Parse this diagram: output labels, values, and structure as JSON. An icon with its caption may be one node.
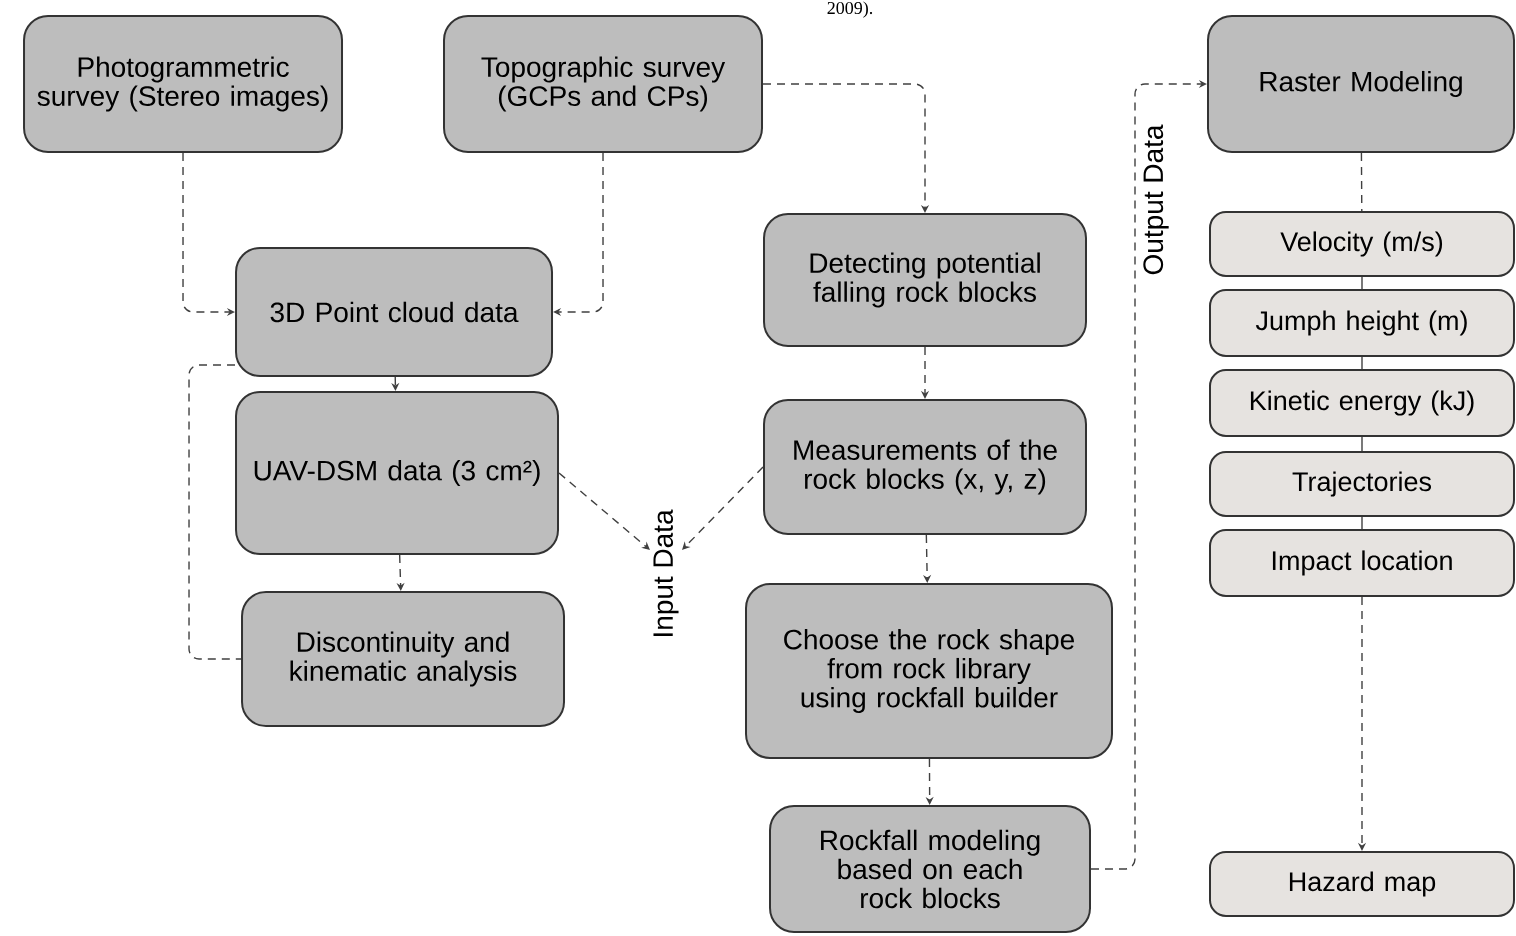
{
  "diagram": {
    "nodes": [
      {
        "text": [
          "Photogrammetric survey (Stereo images)"
        ]
      },
      {
        "text": [
          "Topographic survey (GCPs and CPs)"
        ]
      },
      {
        "text": [
          "3D Point cloud data"
        ]
      },
      {
        "text": [
          "UAV-DSM data (3 cm²)"
        ]
      },
      {
        "text": [
          "Discontinuity and kinematic analysis"
        ]
      },
      {
        "text": [
          "Detecting potential falling rock blocks"
        ]
      },
      {
        "text": [
          "Measurements of the rock blocks (x, y, z)"
        ]
      },
      {
        "text": [
          "Choose the rock shape from rock library using rockfall builder"
        ]
      },
      {
        "text": [
          "Rockfall modeling based on each rock blocks"
        ]
      },
      {
        "text": [
          "Raster Modeling"
        ]
      },
      {
        "text": [
          "Velocity (m/s)"
        ]
      },
      {
        "text": [
          "Jumph height (m)"
        ]
      },
      {
        "text": [
          "Kinetic energy (kJ)"
        ]
      },
      {
        "text": [
          "Trajectories"
        ]
      },
      {
        "text": [
          "Impact location"
        ]
      },
      {
        "text": [
          "Hazard map"
        ]
      },
      {
        "text": [
          "Input Data"
        ]
      }
    ],
    "edges": [
      {
        "from": 0,
        "to": 2,
        "arrow": "to",
        "style": "dashed"
      },
      {
        "from": 1,
        "to": 2,
        "arrow": "to",
        "style": "dashed"
      },
      {
        "from": 1,
        "to": 5,
        "arrow": "to",
        "style": "dashed"
      },
      {
        "from": 2,
        "to": 3,
        "arrow": "to",
        "style": "dashed"
      },
      {
        "from": 2,
        "to": 4,
        "arrow": "none",
        "style": "dashed"
      },
      {
        "from": 3,
        "to": 4,
        "arrow": "to",
        "style": "dashed"
      },
      {
        "from": 3,
        "to": 16,
        "arrow": "to",
        "style": "dashed"
      },
      {
        "from": 6,
        "to": 16,
        "arrow": "to",
        "style": "dashed"
      },
      {
        "from": 5,
        "to": 6,
        "arrow": "to",
        "style": "dashed"
      },
      {
        "from": 6,
        "to": 7,
        "arrow": "to",
        "style": "dashed"
      },
      {
        "from": 7,
        "to": 8,
        "arrow": "to",
        "style": "dashed"
      },
      {
        "from": 8,
        "to": 9,
        "arrow": "to",
        "style": "dashed",
        "label": "Output Data"
      },
      {
        "from": 9,
        "to": 10,
        "arrow": "none",
        "style": "dashed"
      },
      {
        "from": 10,
        "to": 11,
        "arrow": "none"
      },
      {
        "from": 11,
        "to": 12,
        "arrow": "none"
      },
      {
        "from": 12,
        "to": 13,
        "arrow": "none"
      },
      {
        "from": 13,
        "to": 14,
        "arrow": "none"
      },
      {
        "from": 14,
        "to": 15,
        "arrow": "to",
        "style": "dashed"
      }
    ],
    "labels": [
      "2009)."
    ]
  }
}
